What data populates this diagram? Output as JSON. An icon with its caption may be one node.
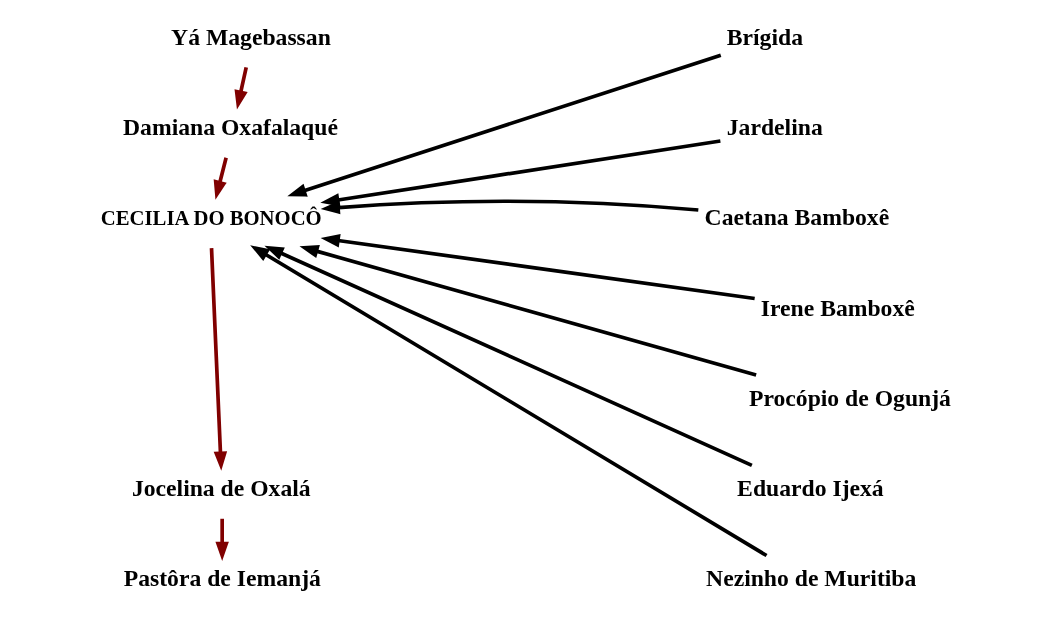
{
  "diagram": {
    "nodes": [
      {
        "text": [
          "Yá Magebassan"
        ]
      },
      {
        "text": [
          "Damiana Oxafalaqué"
        ]
      },
      {
        "text": [
          "CECILIA DO BONOCÔ"
        ]
      },
      {
        "text": [
          "Jocelina de Oxalá"
        ]
      },
      {
        "text": [
          "Pastôra de Iemanjá"
        ]
      },
      {
        "text": [
          "Brígida"
        ]
      },
      {
        "text": [
          "Jardelina"
        ]
      },
      {
        "text": [
          "Caetana Bamboxê"
        ]
      },
      {
        "text": [
          "Irene Bamboxê"
        ]
      },
      {
        "text": [
          "Procópio de Ogunjá"
        ]
      },
      {
        "text": [
          "Eduardo Ijexá"
        ]
      },
      {
        "text": [
          "Nezinho de Muritiba"
        ]
      }
    ],
    "edges": [
      {
        "from": 0,
        "to": 1,
        "arrow": "to",
        "color": "#800000"
      },
      {
        "from": 1,
        "to": 2,
        "arrow": "to",
        "color": "#800000"
      },
      {
        "from": 2,
        "to": 3,
        "arrow": "to",
        "color": "#800000"
      },
      {
        "from": 3,
        "to": 4,
        "arrow": "to",
        "color": "#800000"
      },
      {
        "from": 5,
        "to": 2,
        "arrow": "to"
      },
      {
        "from": 6,
        "to": 2,
        "arrow": "to"
      },
      {
        "from": 7,
        "to": 2,
        "arrow": "to"
      },
      {
        "from": 8,
        "to": 2,
        "arrow": "to"
      },
      {
        "from": 9,
        "to": 2,
        "arrow": "to"
      },
      {
        "from": 10,
        "to": 2,
        "arrow": "to"
      },
      {
        "from": 11,
        "to": 2,
        "arrow": "to"
      }
    ]
  }
}
